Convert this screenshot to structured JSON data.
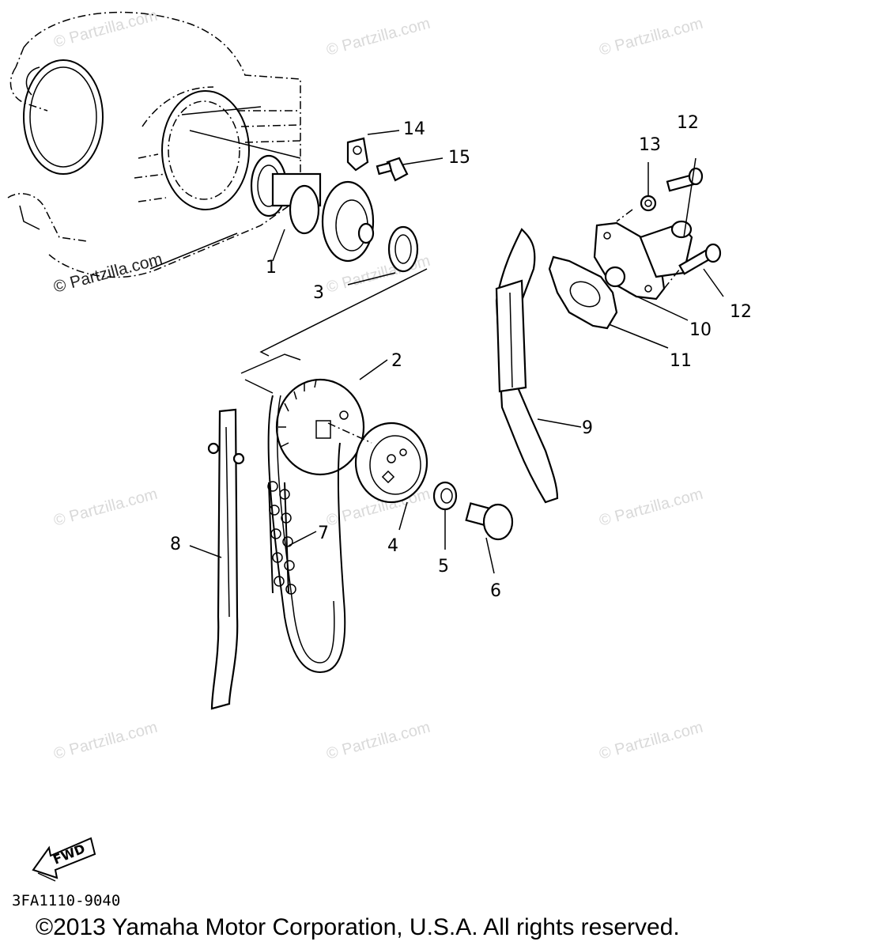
{
  "watermark": "© Partzilla.com",
  "callouts": [
    {
      "id": "1",
      "text": "1"
    },
    {
      "id": "2",
      "text": "2"
    },
    {
      "id": "3",
      "text": "3"
    },
    {
      "id": "4",
      "text": "4"
    },
    {
      "id": "5",
      "text": "5"
    },
    {
      "id": "6",
      "text": "6"
    },
    {
      "id": "7",
      "text": "7"
    },
    {
      "id": "8",
      "text": "8"
    },
    {
      "id": "9",
      "text": "9"
    },
    {
      "id": "10",
      "text": "10"
    },
    {
      "id": "11",
      "text": "11"
    },
    {
      "id": "12a",
      "text": "12"
    },
    {
      "id": "12b",
      "text": "12"
    },
    {
      "id": "13",
      "text": "13"
    },
    {
      "id": "14",
      "text": "14"
    },
    {
      "id": "15",
      "text": "15"
    }
  ],
  "fwd_label": "FWD",
  "drawing_code": "3FA1110-9040",
  "copyright": "©2013  Yamaha Motor Corporation, U.S.A. All rights reserved."
}
